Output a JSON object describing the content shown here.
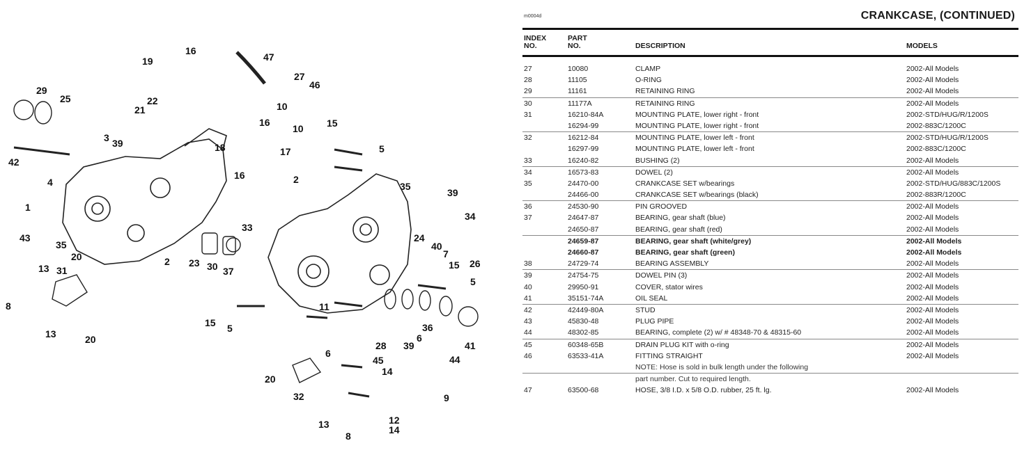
{
  "page": {
    "code": "m0004d",
    "title": "CRANKCASE, (CONTINUED)"
  },
  "table": {
    "headers": {
      "index": [
        "INDEX",
        "NO."
      ],
      "part": [
        "PART",
        "NO."
      ],
      "description": "DESCRIPTION",
      "models": "MODELS"
    },
    "rows": [
      {
        "index": "27",
        "part": "10080",
        "description": "CLAMP",
        "models": "2002-All Models"
      },
      {
        "index": "28",
        "part": "11105",
        "description": "O-RING",
        "models": "2002-All Models"
      },
      {
        "index": "29",
        "part": "11161",
        "description": "RETAINING RING",
        "models": "2002-All Models",
        "sep": true
      },
      {
        "index": "30",
        "part": "11177A",
        "description": "RETAINING RING",
        "models": "2002-All Models"
      },
      {
        "index": "31",
        "part": "16210-84A",
        "description": "MOUNTING PLATE, lower right - front",
        "models": "2002-STD/HUG/R/1200S"
      },
      {
        "index": "",
        "part": "16294-99",
        "description": "MOUNTING PLATE, lower right - front",
        "models": "2002-883C/1200C",
        "sep": true
      },
      {
        "index": "32",
        "part": "16212-84",
        "description": "MOUNTING PLATE, lower left - front",
        "models": "2002-STD/HUG/R/1200S"
      },
      {
        "index": "",
        "part": "16297-99",
        "description": "MOUNTING PLATE, lower left - front",
        "models": "2002-883C/1200C"
      },
      {
        "index": "33",
        "part": "16240-82",
        "description": "BUSHING (2)",
        "models": "2002-All Models",
        "sep": true
      },
      {
        "index": "34",
        "part": "16573-83",
        "description": "DOWEL (2)",
        "models": "2002-All Models"
      },
      {
        "index": "35",
        "part": "24470-00",
        "description": "CRANKCASE SET w/bearings",
        "models": "2002-STD/HUG/883C/1200S"
      },
      {
        "index": "",
        "part": "24466-00",
        "description": "CRANKCASE SET w/bearings (black)",
        "models": "2002-883R/1200C",
        "sep": true
      },
      {
        "index": "36",
        "part": "24530-90",
        "description": "PIN GROOVED",
        "models": "2002-All Models"
      },
      {
        "index": "37",
        "part": "24647-87",
        "description": "BEARING, gear shaft (blue)",
        "models": "2002-All Models"
      },
      {
        "index": "",
        "part": "24650-87",
        "description": "BEARING, gear shaft (red)",
        "models": "2002-All Models",
        "sep": true
      },
      {
        "index": "",
        "part": "24659-87",
        "description": "BEARING, gear shaft (white/grey)",
        "models": "2002-All Models",
        "bold": true
      },
      {
        "index": "",
        "part": "24660-87",
        "description": "BEARING, gear shaft (green)",
        "models": "2002-All Models",
        "bold": true
      },
      {
        "index": "38",
        "part": "24729-74",
        "description": "BEARING ASSEMBLY",
        "models": "2002-All Models",
        "sep": true
      },
      {
        "index": "39",
        "part": "24754-75",
        "description": "DOWEL PIN (3)",
        "models": "2002-All Models"
      },
      {
        "index": "40",
        "part": "29950-91",
        "description": "COVER, stator wires",
        "models": "2002-All Models"
      },
      {
        "index": "41",
        "part": "35151-74A",
        "description": "OIL SEAL",
        "models": "2002-All Models",
        "sep": true
      },
      {
        "index": "42",
        "part": "42449-80A",
        "description": "STUD",
        "models": "2002-All Models"
      },
      {
        "index": "43",
        "part": "45830-48",
        "description": "PLUG PIPE",
        "models": "2002-All Models"
      },
      {
        "index": "44",
        "part": "48302-85",
        "description": "BEARING, complete (2) w/ # 48348-70 & 48315-60",
        "models": "2002-All Models",
        "sep": true
      },
      {
        "index": "45",
        "part": "60348-65B",
        "description": "DRAIN PLUG KIT with o-ring",
        "models": "2002-All Models"
      },
      {
        "index": "46",
        "part": "63533-41A",
        "description": "FITTING STRAIGHT",
        "models": "2002-All Models"
      },
      {
        "index": "",
        "part": "",
        "description": "NOTE: Hose is sold in bulk length under the following",
        "models": "",
        "note": true,
        "sep": true
      },
      {
        "index": "",
        "part": "",
        "description": "part number. Cut to required length.",
        "models": "",
        "note": true
      },
      {
        "index": "47",
        "part": "63500-68",
        "description": "HOSE, 3/8 I.D. x 5/8 O.D. rubber, 25 ft. lg.",
        "models": "2002-All Models"
      }
    ]
  },
  "diagram": {
    "callouts": [
      "16",
      "47",
      "19",
      "27",
      "46",
      "29",
      "25",
      "22",
      "21",
      "10",
      "16",
      "10",
      "15",
      "3",
      "39",
      "18",
      "17",
      "5",
      "42",
      "16",
      "4",
      "2",
      "35",
      "39",
      "1",
      "34",
      "33",
      "43",
      "24",
      "40",
      "35",
      "7",
      "20",
      "2",
      "23",
      "30",
      "37",
      "15",
      "26",
      "13",
      "31",
      "5",
      "8",
      "11",
      "13",
      "20",
      "15",
      "5",
      "36",
      "6",
      "28",
      "39",
      "41",
      "6",
      "45",
      "44",
      "14",
      "20",
      "32",
      "9",
      "13",
      "12",
      "14",
      "8"
    ]
  }
}
